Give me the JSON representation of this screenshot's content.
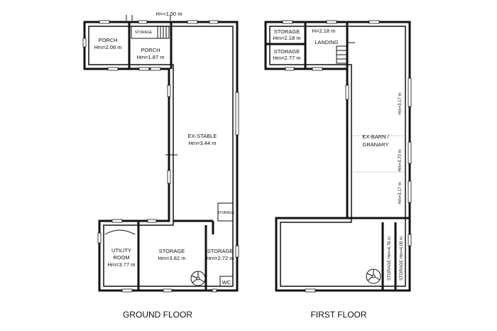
{
  "ground_floor": {
    "caption": "GROUND FLOOR",
    "height_note": "H=<1.50 m",
    "rooms": {
      "porch_left": {
        "name": "PORCH",
        "height": "Hm=2.06 m"
      },
      "storage_small": {
        "name": "STORAGE"
      },
      "porch_right": {
        "name": "PORCH",
        "height": "Hm=1.87 m"
      },
      "ex_stable": {
        "name": "EX-STABLE",
        "height": "Hm=3.44 m"
      },
      "storage_closet": {
        "name": "STORAGE"
      },
      "utility": {
        "name_line1": "UTILITY",
        "name_line2": "ROOM",
        "height": "Hm=3.77 m"
      },
      "storage_mid": {
        "name": "STORAGE",
        "height": "Hm=3.82 m"
      },
      "storage_right": {
        "name": "STORAGE",
        "height": "Hm=2.72 m"
      },
      "wc": {
        "name": "WC"
      }
    }
  },
  "first_floor": {
    "caption": "FIRST FLOOR",
    "rooms": {
      "storage_top": {
        "name": "STORAGE",
        "height": "Hm=2.18 m"
      },
      "storage_bottom": {
        "name": "STORAGE",
        "height": "Hm=2.77 m"
      },
      "landing": {
        "name": "LANDING",
        "height": "H=2.18 m"
      },
      "ex_barn": {
        "name_line1": "EX-BARN /",
        "name_line2": "GRANARY"
      },
      "heights_right": [
        "Hm=3.17 m",
        "Hm=3.70 m",
        "Hm=3.17 m"
      ],
      "storage_vert_left": {
        "label": "STORAGE Hm=4.76 m"
      },
      "storage_vert_right": {
        "label": "STORAGE Hm=4.09 m"
      }
    }
  }
}
